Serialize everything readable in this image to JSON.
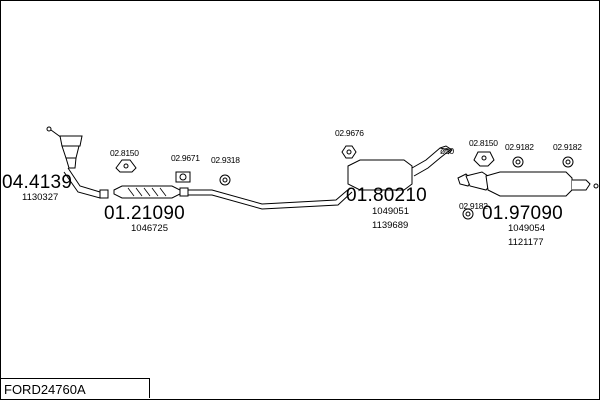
{
  "diagram_id": "FORD24760A",
  "parts": {
    "front_pipe": {
      "number": "04.4139",
      "refs": [
        "1130327"
      ]
    },
    "catalyst": {
      "number": "01.21090",
      "refs": [
        "1046725"
      ]
    },
    "mid_silencer": {
      "number": "01.80210",
      "refs": [
        "1049051",
        "1139689"
      ]
    },
    "rear_silencer": {
      "number": "01.97090",
      "refs": [
        "1049054",
        "1121177"
      ]
    }
  },
  "mounts": {
    "cat_mount": "02.8150",
    "cat_clamp": "02.9671",
    "pipe_hanger": "02.9318",
    "mid_hanger": "02.9676",
    "rear_mount_a": "02.8150",
    "rear_hanger_a": "02.9182",
    "rear_hanger_b": "02.9182",
    "rear_hanger_c": "02.9182"
  },
  "diameter_note": "ø50"
}
